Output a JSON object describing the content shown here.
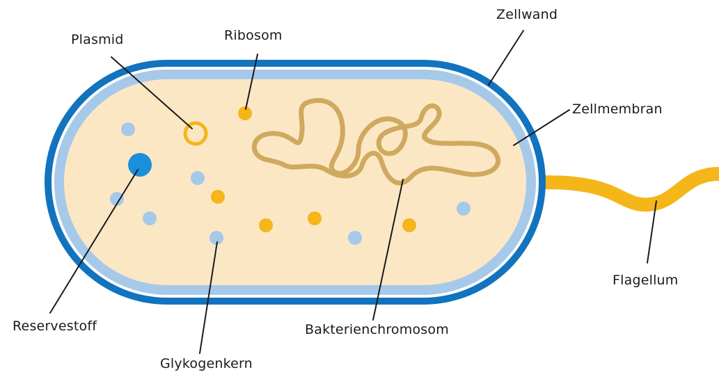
{
  "labels": {
    "plasmid": "Plasmid",
    "ribosom": "Ribosom",
    "zellwand": "Zellwand",
    "zellmembran": "Zellmembran",
    "flagellum": "Flagellum",
    "bakterienchromosom": "Bakterienchromosom",
    "reservestoff": "Reservestoff",
    "glykogenkern": "Glykogenkern"
  },
  "colors": {
    "cell_wall": "#1273BE",
    "cell_membrane": "#A6C9EA",
    "cytoplasm": "#FCE7C5",
    "chromosome": "#CFAA5E",
    "ribosome": "#F4B618",
    "flagellum": "#F4B618",
    "glycogen": "#A6C9EA",
    "reserve": "#1A8FDB",
    "leader_line": "#1a1a1a"
  }
}
